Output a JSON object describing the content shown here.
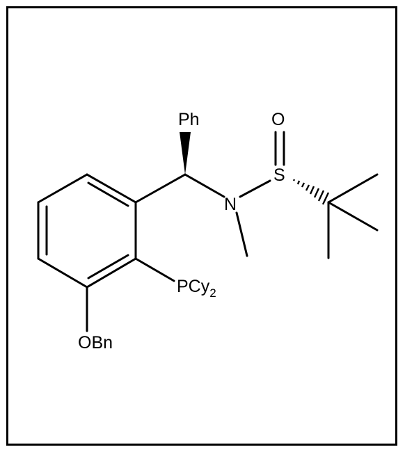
{
  "structure": {
    "atoms": {
      "ph": "Ph",
      "oxygen": "O",
      "sulfur": "S",
      "nitrogen": "N",
      "phosphine_main": "PCy",
      "phosphine_subscript": "2",
      "benzyloxy": "OBn"
    },
    "stereo": {
      "benzylic_to_ph": "wedge",
      "sulfur_to_tert_butyl": "hash"
    }
  }
}
